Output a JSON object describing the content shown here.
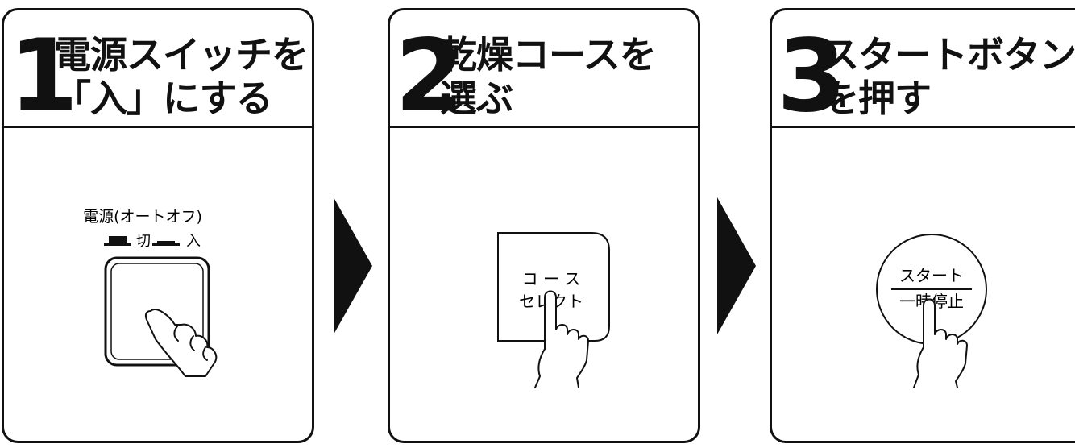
{
  "steps": [
    {
      "number": "1",
      "title_line1": "電源スイッチを",
      "title_line2": "「入」にする",
      "illustration": {
        "label": "電源(オートオフ)",
        "off_label": "切",
        "on_label": "入"
      }
    },
    {
      "number": "2",
      "title_line1": "乾燥コースを",
      "title_line2": "選ぶ",
      "illustration": {
        "label_line1": "コ ー ス",
        "label_line2": "セレクト"
      }
    },
    {
      "number": "3",
      "title_line1": "スタートボタン",
      "title_line2": "を押す",
      "illustration": {
        "label_top": "スタート",
        "label_bottom": "一時停止"
      }
    }
  ],
  "icons": [
    "arrow-right-icon",
    "finger-press-icon"
  ]
}
